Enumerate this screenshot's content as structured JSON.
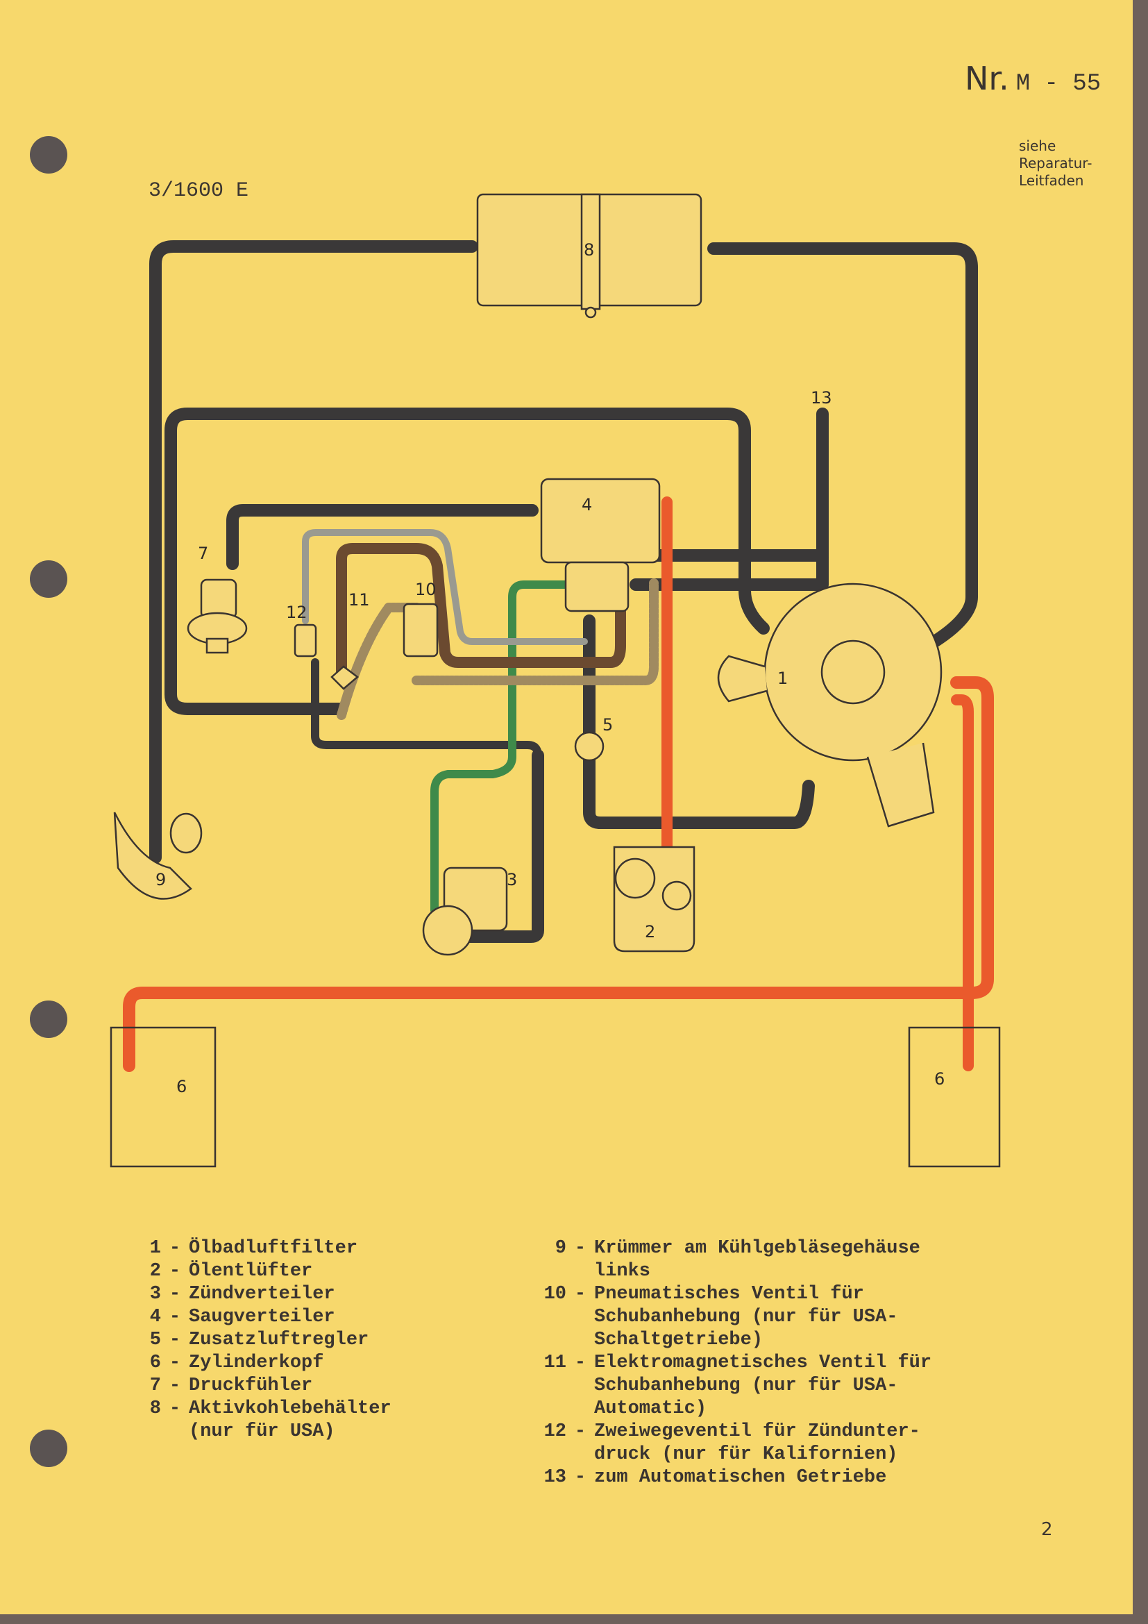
{
  "header": {
    "number_prefix": "Nr.",
    "number_code": "M - 55",
    "reference": [
      "siehe",
      "Reparatur-",
      "Leitfaden"
    ],
    "model": "3/1600 E"
  },
  "diagram": {
    "labels": [
      "1",
      "2",
      "3",
      "4",
      "5",
      "6",
      "6",
      "7",
      "8",
      "9",
      "10",
      "11",
      "12",
      "13"
    ],
    "colors": {
      "hose": "#3a3838",
      "fuel": "#ea5a2c",
      "green": "#3f8a4a",
      "brown": "#6b4a30",
      "gray": "#9a9a90"
    }
  },
  "legend": {
    "left": [
      {
        "num": "1",
        "lines": [
          "Ölbadluftfilter"
        ]
      },
      {
        "num": "2",
        "lines": [
          "Ölentlüfter"
        ]
      },
      {
        "num": "3",
        "lines": [
          "Zündverteiler"
        ]
      },
      {
        "num": "4",
        "lines": [
          "Saugverteiler"
        ]
      },
      {
        "num": "5",
        "lines": [
          "Zusatzluftregler"
        ]
      },
      {
        "num": "6",
        "lines": [
          "Zylinderkopf"
        ]
      },
      {
        "num": "7",
        "lines": [
          "Druckfühler"
        ]
      },
      {
        "num": "8",
        "lines": [
          "Aktivkohlebehälter",
          "(nur für USA)"
        ]
      }
    ],
    "right": [
      {
        "num": "9",
        "lines": [
          "Krümmer am Kühlgebläsegehäuse",
          "links"
        ]
      },
      {
        "num": "10",
        "lines": [
          "Pneumatisches Ventil für",
          "Schubanhebung (nur für USA-",
          "Schaltgetriebe)"
        ]
      },
      {
        "num": "11",
        "lines": [
          "Elektromagnetisches Ventil für",
          "Schubanhebung (nur für USA-",
          "Automatic)"
        ]
      },
      {
        "num": "12",
        "lines": [
          "Zweiwegeventil für Zündunter-",
          "druck (nur für Kalifornien)"
        ]
      },
      {
        "num": "13",
        "lines": [
          "zum Automatischen Getriebe"
        ]
      }
    ]
  },
  "footer": {
    "page": "2"
  }
}
